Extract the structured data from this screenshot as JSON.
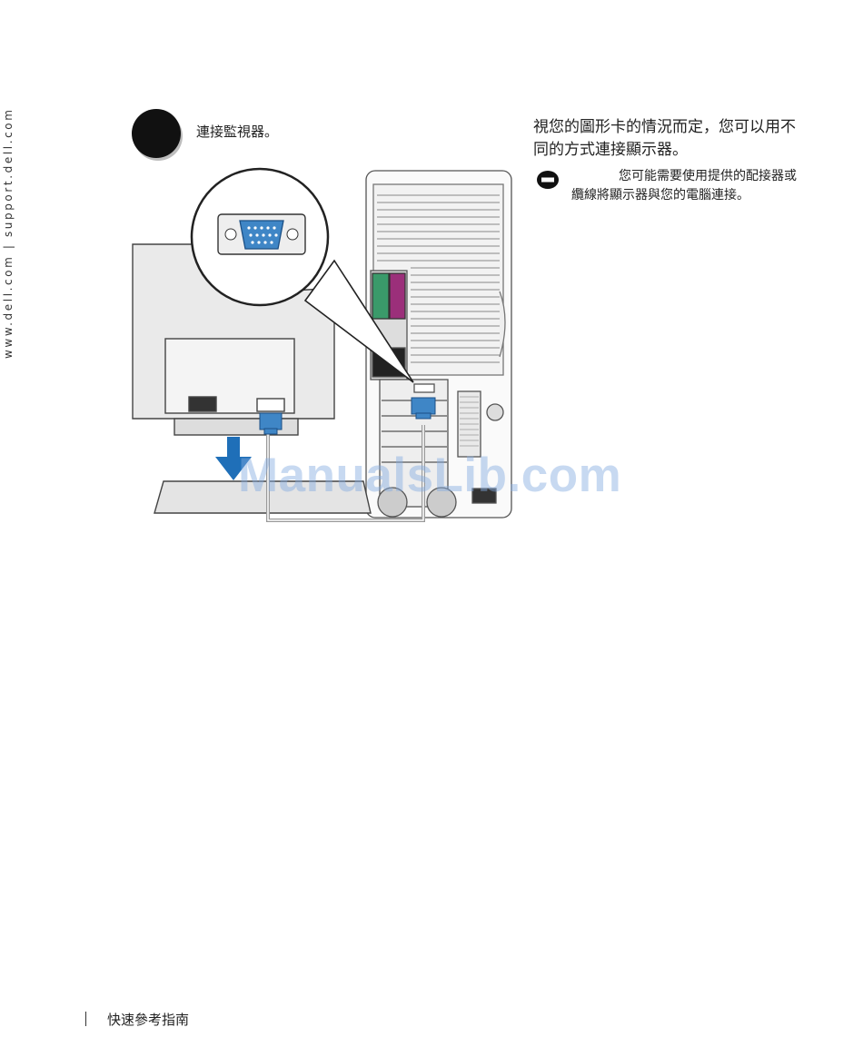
{
  "side_url": "www.dell.com | support.dell.com",
  "step": {
    "text": "連接監視器。"
  },
  "right_column": {
    "main_text": "視您的圖形卡的情況而定，您可以用不同的方式連接顯示器。",
    "notice": {
      "icon": "notice-icon",
      "text": "您可能需要使用提供的配接器或纜線將顯示器與您的電腦連接。"
    }
  },
  "watermark": "ManualsLib.com",
  "footer": {
    "text": "快速參考指南"
  },
  "colors": {
    "connector_blue": "#3f86c6",
    "arrow_blue": "#1f6fb8"
  }
}
